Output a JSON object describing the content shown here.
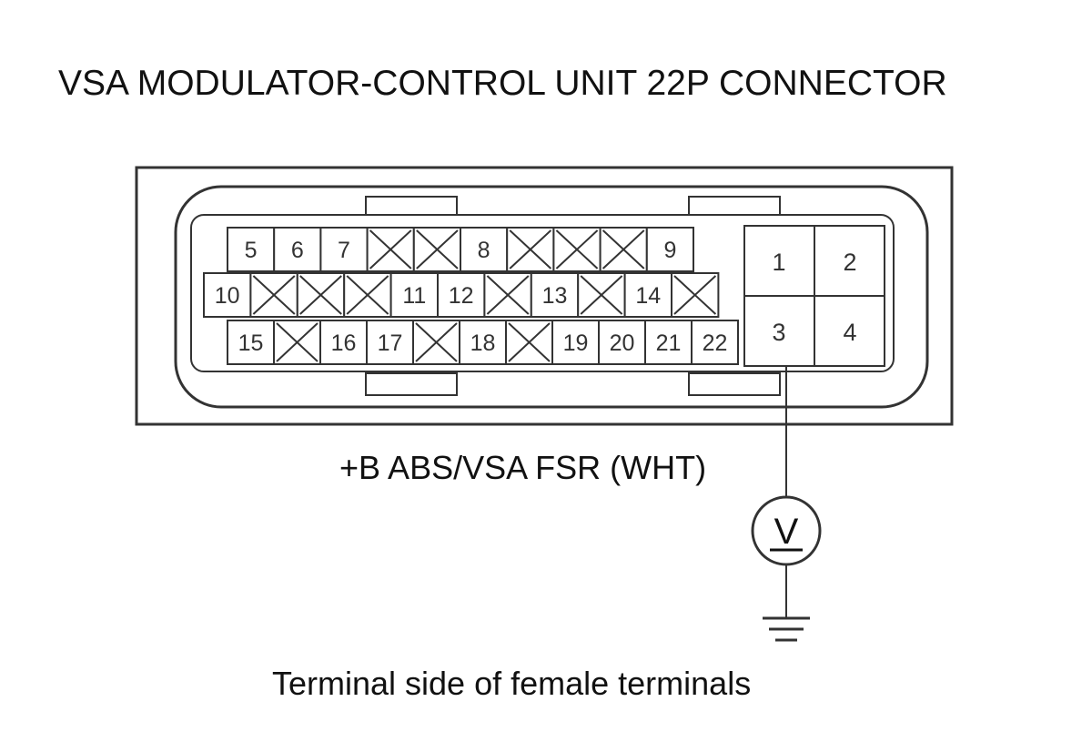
{
  "title": "VSA MODULATOR-CONTROL UNIT 22P CONNECTOR",
  "wire_label": "+B ABS/VSA FSR (WHT)",
  "footer": "Terminal side of female terminals",
  "meter_symbol": "V",
  "meter_icon": "voltmeter-icon",
  "ground_icon": "ground-icon",
  "connector": {
    "row1": [
      "5",
      "6",
      "7",
      "",
      "",
      "8",
      "",
      "",
      "",
      "9"
    ],
    "row2": [
      "10",
      "",
      "",
      "",
      "11",
      "12",
      "",
      "13",
      "",
      "14",
      ""
    ],
    "row3": [
      "15",
      "",
      "16",
      "17",
      "",
      "18",
      "",
      "19",
      "20",
      "21",
      "22"
    ],
    "large_terminals": [
      "1",
      "2",
      "3",
      "4"
    ]
  },
  "colors": {
    "line": "#333333",
    "text": "#111111"
  }
}
